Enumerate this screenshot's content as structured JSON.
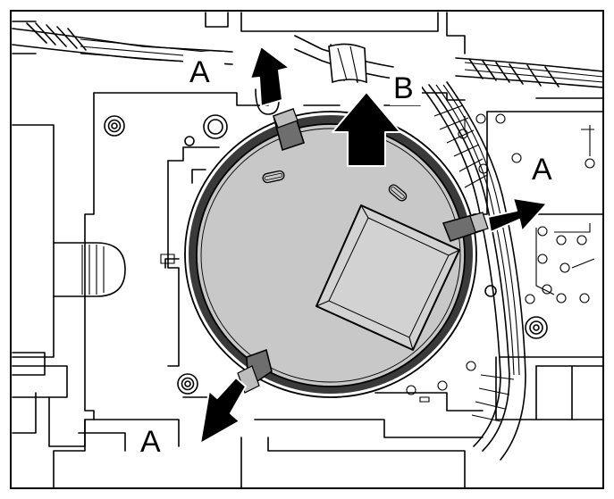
{
  "diagram": {
    "callouts": {
      "a_top_left": "A",
      "b_top": "B",
      "a_right": "A",
      "a_bottom_left": "A"
    },
    "colors": {
      "line": "#000000",
      "battery_fill": "#c8c8c8",
      "pad_fill": "#d2d2d2",
      "clip_fill": "#6e6e6e",
      "arrow_fill": "#000000",
      "background": "#ffffff"
    },
    "icons": {
      "clip": "retaining-clip-icon",
      "arrow": "direction-arrow-icon"
    }
  }
}
